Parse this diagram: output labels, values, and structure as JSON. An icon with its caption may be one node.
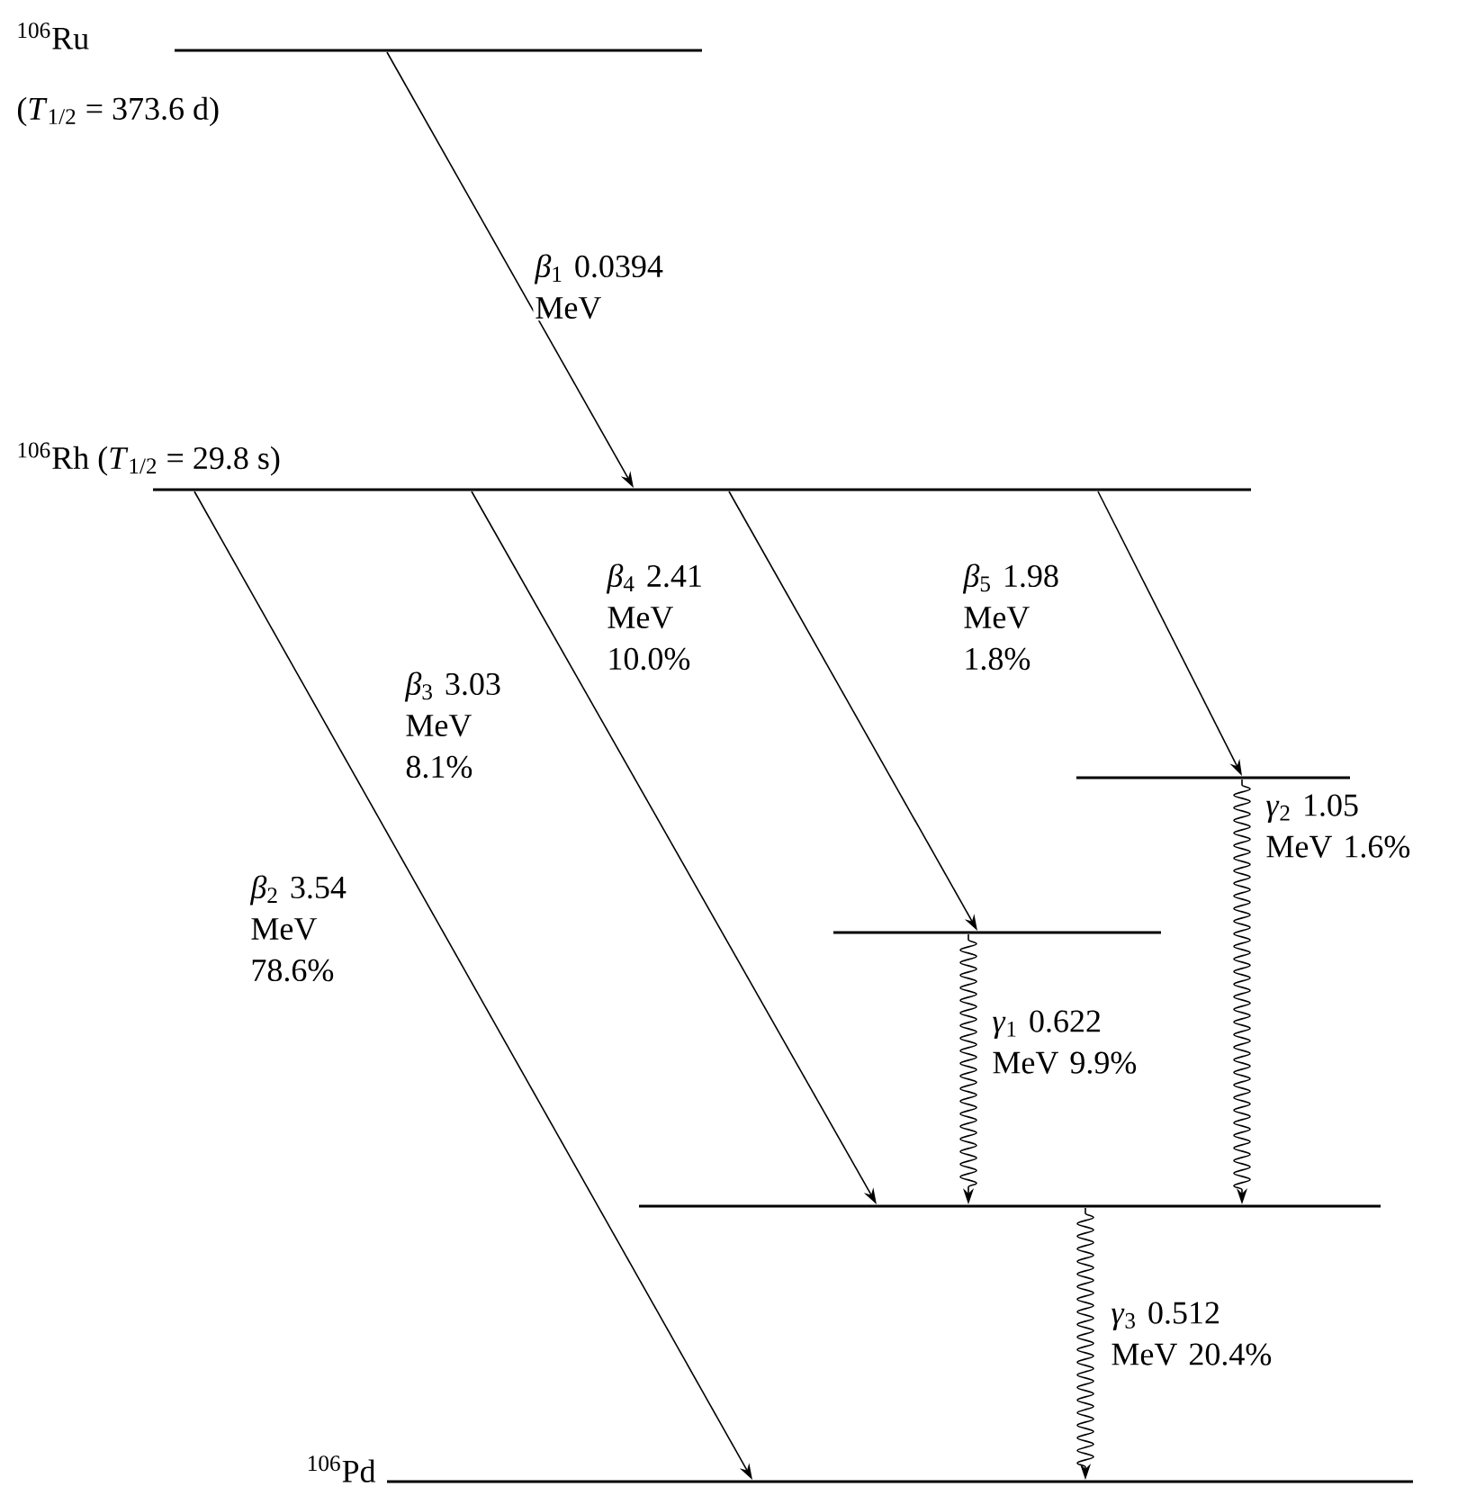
{
  "diagram": {
    "nodes": [
      {
        "text": [
          "$^{106}$Ru",
          "(*T*$_{1/2}$ = 373.6 d)"
        ]
      },
      {
        "text": [
          "$^{106}$Rh (*T*$_{1/2}$ = 29.8 s)"
        ]
      },
      {
        "text": [],
        "shape": "bar"
      },
      {
        "text": [],
        "shape": "bar"
      },
      {
        "text": [],
        "shape": "bar"
      },
      {
        "text": [
          "$^{106}$Pd"
        ]
      }
    ],
    "edges": [
      {
        "from": 0,
        "to": 1,
        "arrow": "to",
        "label": "*β*$_{1}$ 0.0394 MeV"
      },
      {
        "from": 1,
        "to": 5,
        "arrow": "to",
        "label": "*β*$_{2}$ 3.54 MeV 78.6%"
      },
      {
        "from": 1,
        "to": 4,
        "arrow": "to",
        "label": "*β*$_{3}$ 3.03 MeV 8.1%"
      },
      {
        "from": 1,
        "to": 3,
        "arrow": "to",
        "label": "*β*$_{4}$ 2.41 MeV 10.0%"
      },
      {
        "from": 1,
        "to": 2,
        "arrow": "to",
        "label": "*β*$_{5}$ 1.98 MeV 1.8%"
      },
      {
        "from": 2,
        "to": 4,
        "arrow": "to",
        "label": "*γ*$_{2}$ 1.05 MeV 1.6%"
      },
      {
        "from": 3,
        "to": 4,
        "arrow": "to",
        "label": "*γ*$_{1}$ 0.622 MeV 9.9%"
      },
      {
        "from": 4,
        "to": 5,
        "arrow": "to",
        "label": "*γ*$_{3}$ 0.512 MeV 20.4%"
      }
    ]
  }
}
